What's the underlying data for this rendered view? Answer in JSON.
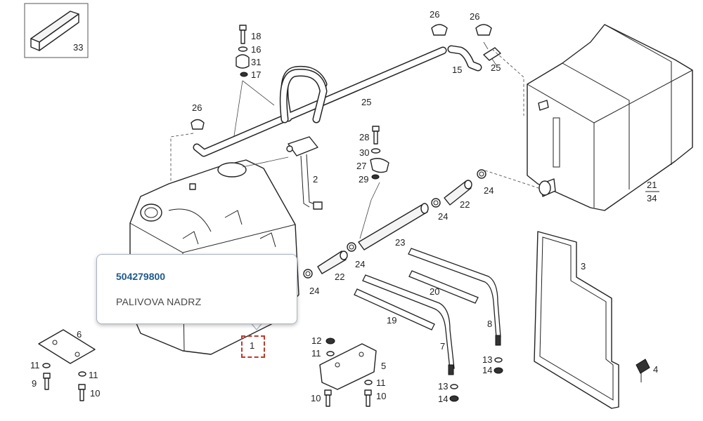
{
  "callout": {
    "part_number": "504279800",
    "description": "PALIVOVA NADRZ"
  },
  "selected_label": "1",
  "labels": {
    "l33": "33",
    "l18": "18",
    "l16": "16",
    "l31": "31",
    "l17": "17",
    "l26a": "26",
    "l26b": "26",
    "l26c": "26",
    "l15": "15",
    "l25a": "25",
    "l25b": "25",
    "l2": "2",
    "l28": "28",
    "l30": "30",
    "l27": "27",
    "l29": "29",
    "l24a": "24",
    "l24b": "24",
    "l24c": "24",
    "l24d": "24",
    "l22a": "22",
    "l22b": "22",
    "l21": "21",
    "l34": "34",
    "l3": "3",
    "l23": "23",
    "l20": "20",
    "l19": "19",
    "l8": "8",
    "l7": "7",
    "l6": "6",
    "l11a": "11",
    "l11b": "11",
    "l11c": "11",
    "l9": "9",
    "l10a": "10",
    "l10b": "10",
    "l12": "12",
    "l13a": "13",
    "l13b": "13",
    "l14a": "14",
    "l14b": "14",
    "l5": "5",
    "l4": "4"
  }
}
